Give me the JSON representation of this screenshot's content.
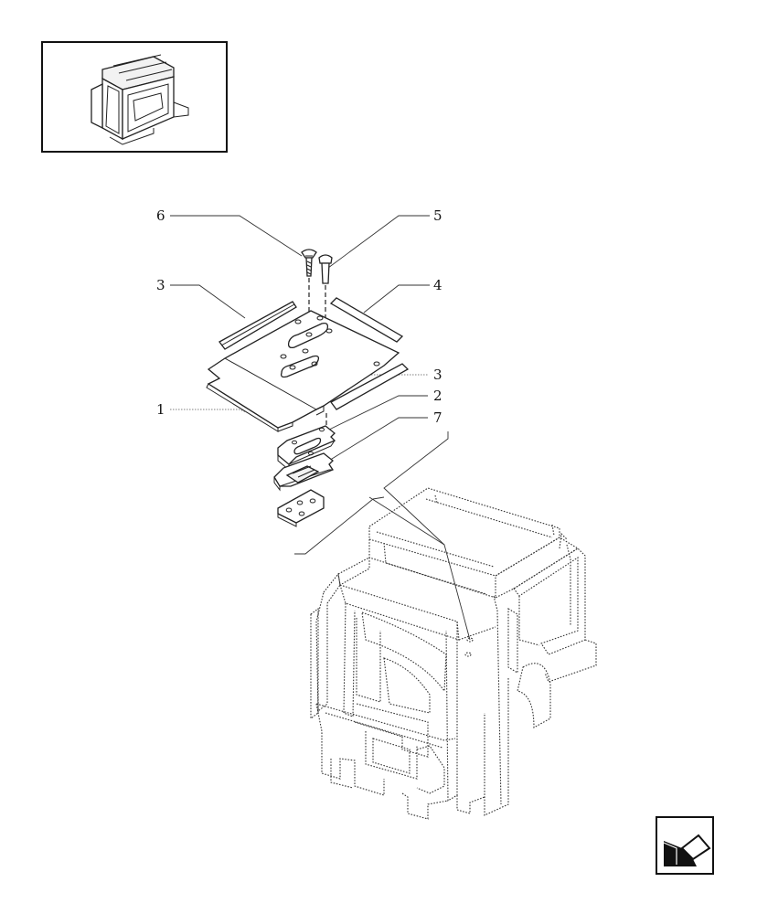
{
  "diagram": {
    "callouts": [
      {
        "id": "6",
        "label": "6"
      },
      {
        "id": "5",
        "label": "5"
      },
      {
        "id": "3a",
        "label": "3"
      },
      {
        "id": "4",
        "label": "4"
      },
      {
        "id": "3b",
        "label": "3"
      },
      {
        "id": "1",
        "label": "1"
      },
      {
        "id": "2",
        "label": "2"
      },
      {
        "id": "7",
        "label": "7"
      }
    ],
    "thumbnail_icon": "tractor-cab-thumbnail-icon",
    "nav_icon": "next-page-arrow-icon",
    "colors": {
      "line": "#222222",
      "background": "#ffffff",
      "nav_fill": "#111111"
    }
  }
}
